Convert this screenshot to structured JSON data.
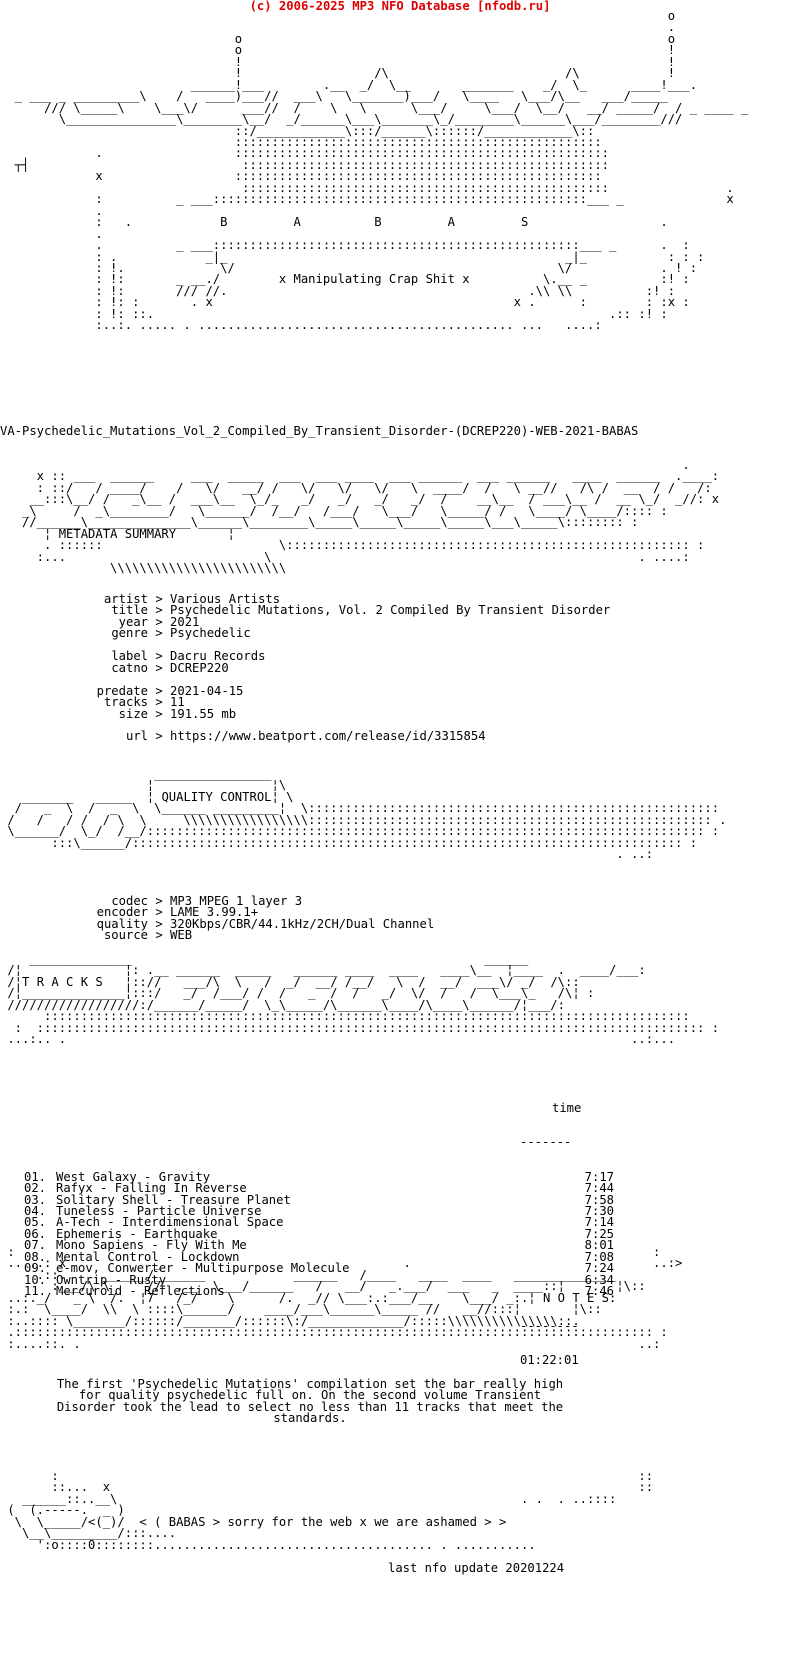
{
  "header": "(c) 2006-2025 MP3 NFO Database [nfodb.ru]",
  "art": {
    "logo": [
      "                                                                                           o",
      "                                                                                           .",
      "                                o                                                          o",
      "                                o                                                          !",
      "                                !                                                          !",
      "                                !                  /\\                        /\\            !",
      "                          ______!___        .__  _/  \\__       _______    _/  \\_      ____!___.",
      "  _ ___ _ _________\\    /   ____)___//  ___\\   \\_______)___/   \\____   \\___/\\__   ___/_____",
      "      /// \\_____\\    \\___\\/      ___//  /    \\   \\      \\___/     \\___/  \\__/   __/ _____/  / _ ____ _",
      "        \\_______________\\________\\__/  _/______\\___\\_______\\_/________\\______\\___/________///",
      "                                ::/____________\\:::/______\\::::::/____________\\::",
      "                                ::::::::::::::::::::::::::::::::::::::::::::::::::",
      "             .                  :::::::::::::::::::::::::::::::::::::::::::::::::::",
      "  ┬┤                             ::::::::::::::::::::::::::::::::::::::::::::::::::",
      "             x                  ::::::::::::::::::::::::::::::::::::::::::::::::::",
      "                                 ::::::::::::::::::::::::::::::::::::::::::::::::::                .",
      "             :          _ ___:::::::::::::::::::::::::::::::::::::::::::::::::::___ _              x",
      "             .",
      "             :   .            B         A          B         A         S                  .",
      "             .",
      "             .          _ ___::::::::::::::::::::::::::::::::::::::::::::::::::___ _      .  :",
      "             : .            _|_                                              _|_           : : :",
      "             : !.             \\/                                            \\/            . ! :",
      "             : !:       _ __./        x Manipulating Crap Shit x          \\.__ _          :! :",
      "             : !:       /// //.                                         .\\\\ \\\\          :! :",
      "             : !: :       . x                                         x .      :        : :x :",
      "             : !: ::.                                                              .:: :! :",
      "             :..:. ..... . ........................................... ...   ....:"
    ],
    "meta": [
      "                                                                                             .",
      "     x :: ___  ______     ___  _____  ___  ___ ____  ___ ______  ___ ______   ____  ______  .____:",
      "     : ::/   / ____/    /   \\/   __/ /   \\/   \\/   \\/   \\  ____/  /   \\ __//   /\\ /  __  / /   /:",
      "    __:::\\__/ /   _\\__ /  ___\\__  \\_/_   _/   _/   _/   _/  /    __\\__  / ___\\__ /  __ \\_/  _//: x",
      "   _\\     /  _\\________/   \\______/  /__/   /___/   \\___/   \\_____/ /   \\____/ \\____/:::: :",
      "   //______\\______________\\______\\________\\_____\\_____\\_____\\_____\\___\\_____\\:::::::: :",
      "      . ::::::                        \\::::::::::::::::::::::::::::::::::::::::::::::::::::::: :",
      "     :...                           \\                                                  . ....:",
      "               \\\\\\\\\\\\\\\\\\\\\\\\\\\\\\\\\\\\\\\\\\\\\\\\"
    ],
    "meta_label": "METADATA SUMMARY",
    "qc": [
      "                     ________________",
      "                    ¦                ¦\\",
      "   _______   _____  ¦                ¦ \\",
      "  /   _  \\  /  _  \\  \\______ _________¦  \\::::::::::::::::::::::::::::::::::::::::::::::::::::::::",
      " /   /   / /  / \\  \\     \\\\\\\\\\\\\\\\\\\\\\\\\\\\\\\\\\::::::::::::::::::::::::::::::::::::::::::::::::::::::: .",
      " \\______/  \\_/  /__/:::::::::::::::::::::::::::::::::::::::::::::::::::::::::::::::::::::::::::: :",
      "       :::\\______/::::::::::::::::::::::::::::::::::::::::::::::::::::::::::::::::::::::::::: :",
      "                                                                                    . ..:"
    ],
    "qc_label": "QUALITY CONTROL",
    "tracks": [
      "    ______________                                                ______",
      " /¦              ¦: .__ ______  _____   ______ ____  ____   ____\\__  ¦____  .  ____/___:",
      " /¦              ¦:://   ___/\\  \\   /  _/  __/ /__/   \\  /  __/  ___\\/ _/  /\\::",
      " /¦______________¦:::/   _/  /___/ /  /   _  /  /   _/  \\/  /   /  \\___\\_   /\\¦ :",
      " //////////////////:/______/_____/  \\_\\_____/\\______\\____/\\____\\______/¦___/:",
      "      ::::::::::::::::::::::::::::::::::::::::::::::::::::::::::::::::::::::::::::::::::::::::",
      "  :  ::::::::::::::::::::::::::::::::::::::::::::::::::::::::::::::::::::::::::::::::::::::::::: :",
      " ...:.. .                                                                             ..:..."
    ],
    "tracks_label": "T R A C K S",
    "notes": [
      " :                                                                                       :",
      " .....: x            _                                 .                                 ..:>",
      "     .::.     ______/_______            ______   /____   ____  ____   ______________",
      "       :___/\\ \\     //  .__  \\___/______   /   __/   _.___/  ___   _  ____::¦       ¦\\::",
      " ..:._/   _ \\  /.  ¦7   /_/    \\      /.  _// \\___:.:___/__    \\___/ _:.¦       ¦\\::",
      " :.:  \\____/  \\\\  \\ ::::\\______/    ____/___\\______\\_____ //   __//:::¦       ¦\\::",
      " :..:::: \\_______/::::::/_______/::::::\\:/_____________/:::::\\\\\\\\\\\\\\\\\\\\\\\\\\\\\\::.",
      " .::::::::::::::::::::::::::::::::::::::::::::::::::::::::::::::::::::::::::::::::::::::: :",
      " :....::. .                                                                            ..:"
    ],
    "notes_label": "N O T E S",
    "footer": [
      "       :                                                                               ::",
      "       ::...  x                                                                        ::",
      "   ______::..__\\                                                       . .  . ..::::",
      " (  (.-----.  _ )",
      "  \\  \\_____/<(_)/  < ( BABAS > sorry for the web x we are ashamed > >",
      "   \\__\\_________/:::....",
      "     ':o::::0::::::::...................................... . ..........."
    ]
  },
  "release": "VA-Psychedelic_Mutations_Vol_2_Compiled_By_Transient_Disorder-(DCREP220)-WEB-2021-BABAS",
  "metadata": [
    {
      "k": "artist",
      "v": "Various Artists"
    },
    {
      "k": "title",
      "v": "Psychedelic Mutations, Vol. 2 Compiled By Transient Disorder"
    },
    {
      "k": "year",
      "v": "2021"
    },
    {
      "k": "genre",
      "v": "Psychedelic"
    },
    {
      "k": "",
      "v": ""
    },
    {
      "k": "label",
      "v": "Dacru Records"
    },
    {
      "k": "catno",
      "v": "DCREP220"
    },
    {
      "k": "",
      "v": ""
    },
    {
      "k": "predate",
      "v": "2021-04-15"
    },
    {
      "k": "tracks",
      "v": "11"
    },
    {
      "k": "size",
      "v": "191.55 mb"
    },
    {
      "k": "",
      "v": ""
    },
    {
      "k": "url",
      "v": "https://www.beatport.com/release/id/3315854"
    }
  ],
  "quality": [
    {
      "k": "codec",
      "v": "MP3 MPEG 1 layer 3"
    },
    {
      "k": "encoder",
      "v": "LAME 3.99.1+"
    },
    {
      "k": "quality",
      "v": "320Kbps/CBR/44.1kHz/2CH/Dual Channel"
    },
    {
      "k": "source",
      "v": "WEB"
    }
  ],
  "tracklist": {
    "time_header": "time",
    "header_rule": "-------",
    "items": [
      {
        "n": "01.",
        "title": "West Galaxy - Gravity",
        "time": "7:17"
      },
      {
        "n": "02.",
        "title": "Rafyx - Falling In Reverse",
        "time": "7:44"
      },
      {
        "n": "03.",
        "title": "Solitary Shell - Treasure Planet",
        "time": "7:58"
      },
      {
        "n": "04.",
        "title": "Tuneless - Particle Universe",
        "time": "7:30"
      },
      {
        "n": "05.",
        "title": "A-Tech - Interdimensional Space",
        "time": "7:14"
      },
      {
        "n": "06.",
        "title": "Ephemeris - Earthquake",
        "time": "7:25"
      },
      {
        "n": "07.",
        "title": "Mono Sapiens - Fly With Me",
        "time": "8:01"
      },
      {
        "n": "08.",
        "title": "Mental Control - Lockdown",
        "time": "7:08"
      },
      {
        "n": "09.",
        "title": "e-mov, Conwerter - Multipurpose Molecule",
        "time": "7:24"
      },
      {
        "n": "10.",
        "title": "Owntrip - Rusty",
        "time": "6:34"
      },
      {
        "n": "11.",
        "title": "Mercuroid - Reflections",
        "time": "7:46"
      }
    ],
    "total_rule": "--------",
    "total": "01:22:01"
  },
  "notes": "The first 'Psychedelic Mutations' compilation set the bar really high\nfor quality psychedelic full on. On the second volume Transient\nDisorder took the lead to select no less than 11 tracks that meet the\nstandards.",
  "last_update": "last nfo update 20201224"
}
